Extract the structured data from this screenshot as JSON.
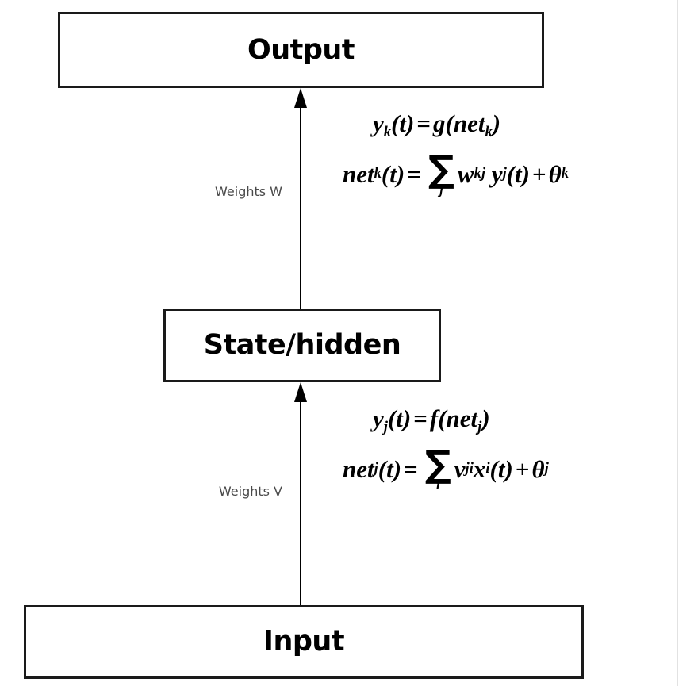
{
  "diagram": {
    "title": "Neural network layer diagram",
    "background_color": "#ffffff",
    "stroke_color": "#1a1a1a",
    "text_color": "#000000",
    "label_color": "#4a4a4a",
    "layers": [
      {
        "id": "output",
        "label": "Output"
      },
      {
        "id": "hidden",
        "label": "State/hidden"
      },
      {
        "id": "input",
        "label": "Input"
      }
    ],
    "connections": [
      {
        "id": "hidden-to-output",
        "label": "Weights W",
        "from": "hidden",
        "to": "output",
        "direction": "up"
      },
      {
        "id": "input-to-hidden",
        "label": "Weights V",
        "from": "input",
        "to": "hidden",
        "direction": "up"
      }
    ],
    "equations": {
      "output": {
        "activation": {
          "lhs_var": "y",
          "lhs_sub": "k",
          "arg": "(t)",
          "equals": "=",
          "func": "g",
          "func_open": "(",
          "func_body": "net",
          "func_sub": "k",
          "func_close": ")",
          "plain": "y_k(t) = g(net_k)"
        },
        "net": {
          "lhs_var": "net",
          "lhs_sub": "k",
          "arg": "(t)",
          "equals": "=",
          "sigma": "∑",
          "sigma_index": "j",
          "weight_var": "w",
          "weight_sub": "kj",
          "signal_var": "y",
          "signal_sub": "j",
          "signal_arg": "(t)",
          "plus": "+",
          "bias_var": "θ",
          "bias_sub": "k",
          "plain": "net_k(t) = ∑_j w_kj y_j(t) + θ_k"
        }
      },
      "hidden": {
        "activation": {
          "lhs_var": "y",
          "lhs_sub": "j",
          "arg": "(t)",
          "equals": "=",
          "func": "f",
          "func_open": "(",
          "func_body": "net",
          "func_sub": "j",
          "func_close": ")",
          "plain": "y_j(t) = f(net_j)"
        },
        "net": {
          "lhs_var": "net",
          "lhs_sub": "j",
          "arg": "(t)",
          "equals": "=",
          "sigma": "∑",
          "sigma_index": "i",
          "weight_var": "v",
          "weight_sub": "ji",
          "signal_var": "x",
          "signal_sub": "i",
          "signal_arg": "(t)",
          "plus": "+",
          "bias_var": "θ",
          "bias_sub": "j",
          "plain": "net_j(t) = ∑_i v_ji x_i(t) + θ_j"
        }
      }
    }
  }
}
